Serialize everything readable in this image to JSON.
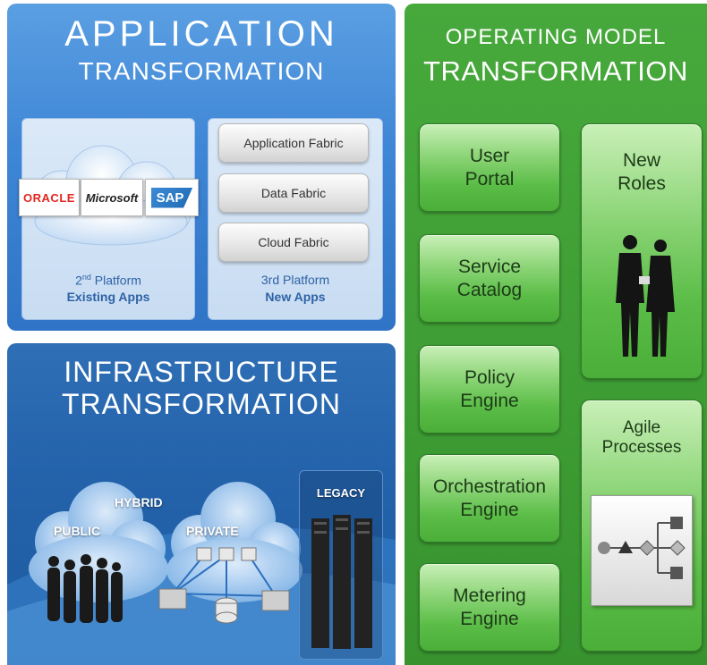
{
  "application": {
    "title_line1": "APPLICATION",
    "title_line2": "TRANSFORMATION",
    "logos": [
      "ORACLE",
      "Microsoft",
      "SAP"
    ],
    "fabrics": [
      "Application Fabric",
      "Data Fabric",
      "Cloud Fabric"
    ],
    "platform2": {
      "line1_prefix": "2",
      "line1_sup": "nd",
      "line1_suffix": " Platform",
      "line2": "Existing Apps"
    },
    "platform3": {
      "line1": "3rd Platform",
      "line2": "New Apps"
    }
  },
  "infrastructure": {
    "title_line1": "INFRASTRUCTURE",
    "title_line2": "TRANSFORMATION",
    "labels": {
      "hybrid": "HYBRID",
      "public": "PUBLIC",
      "private": "PRIVATE",
      "legacy": "LEGACY"
    }
  },
  "operating": {
    "title_line1": "OPERATING MODEL",
    "title_line2": "TRANSFORMATION",
    "buttons": [
      {
        "line1": "User",
        "line2": "Portal"
      },
      {
        "line1": "Service",
        "line2": "Catalog"
      },
      {
        "line1": "Policy",
        "line2": "Engine"
      },
      {
        "line1": "Orchestration",
        "line2": "Engine"
      },
      {
        "line1": "Metering",
        "line2": "Engine"
      }
    ],
    "roles": {
      "line1": "New",
      "line2": "Roles"
    },
    "agile": {
      "line1": "Agile",
      "line2": "Processes"
    }
  },
  "colors": {
    "app_blue": "#3e86d6",
    "infra_blue": "#2463ab",
    "op_green": "#3f9e35",
    "oracle_red": "#e3261f",
    "sap_blue": "#1d6ab3"
  }
}
